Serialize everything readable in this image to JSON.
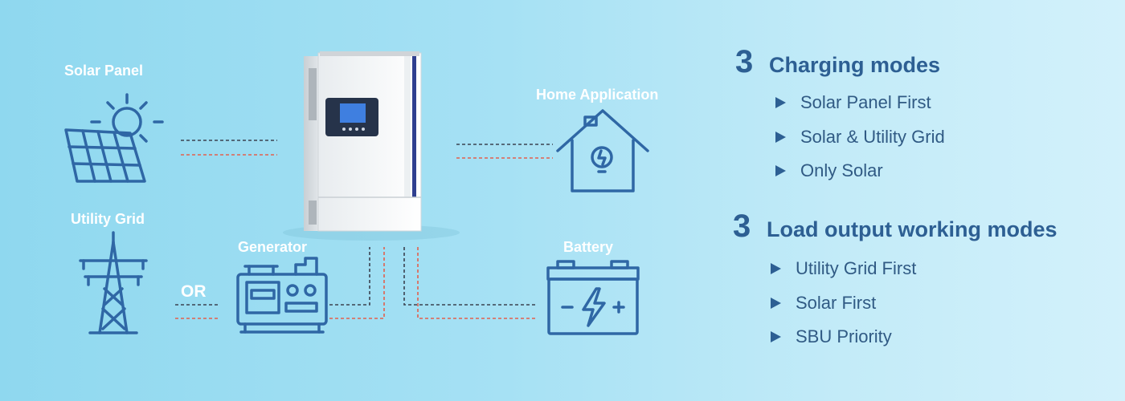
{
  "nodes": {
    "solar_panel": "Solar Panel",
    "home_application": "Home Application",
    "utility_grid": "Utility Grid",
    "generator": "Generator",
    "battery": "Battery",
    "or_text": "OR"
  },
  "charging": {
    "number": "3",
    "title": "Charging modes",
    "items": [
      "Solar Panel First",
      "Solar & Utility Grid",
      "Only Solar"
    ]
  },
  "load": {
    "number": "3",
    "title": "Load output working modes",
    "items": [
      "Utility Grid First",
      "Solar First",
      "SBU Priority"
    ]
  },
  "colors": {
    "icon_stroke": "#2f67a5",
    "dashed_dark": "#3b4250",
    "dashed_red": "#e2604e",
    "heading_blue": "#2d5f93",
    "lcd_screen": "#3f7fe0"
  }
}
